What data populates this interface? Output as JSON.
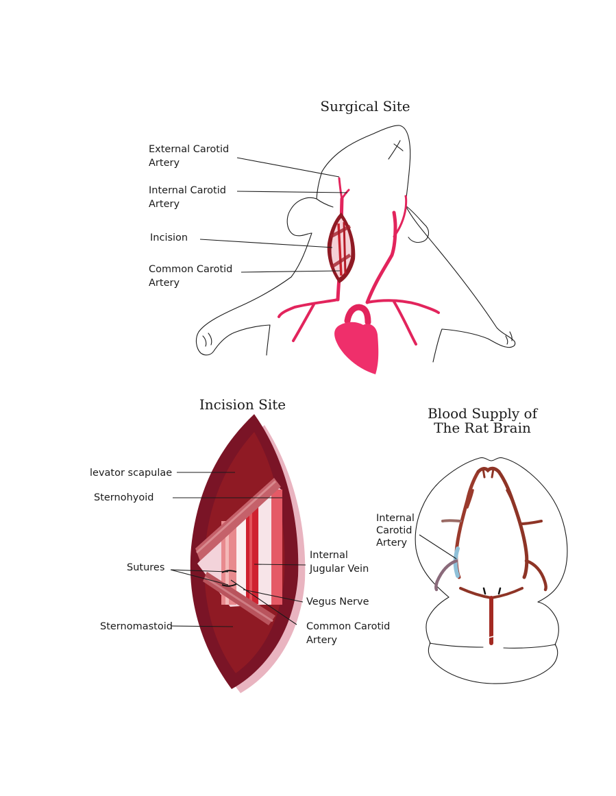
{
  "surgical_site": {
    "title": "Surgical Site",
    "labels": {
      "external_carotid": [
        "External Carotid",
        "Artery"
      ],
      "internal_carotid": [
        "Internal Carotid",
        "Artery"
      ],
      "incision": [
        "Incision"
      ],
      "common_carotid": [
        "Common Carotid",
        "Artery"
      ]
    }
  },
  "incision_site": {
    "title": "Incision Site",
    "labels": {
      "levator": [
        "levator scapulae"
      ],
      "sternohyoid": [
        "Sternohyoid"
      ],
      "sutures": [
        "Sutures"
      ],
      "sternomastoid": [
        "Sternomastoid"
      ],
      "internal_jugular": [
        "Internal",
        "Jugular Vein"
      ],
      "vagus": [
        "Vegus Nerve"
      ],
      "common_carotid": [
        "Common Carotid",
        "Artery"
      ]
    }
  },
  "blood_supply": {
    "title": [
      "Blood Supply of",
      "The Rat Brain"
    ],
    "labels": {
      "internal_carotid": [
        "Internal",
        "Carotid",
        "Artery"
      ]
    }
  },
  "colors": {
    "vessel_pink": "#e2245c",
    "heart_pink": "#ef2f6b",
    "muscle_dark": "#7a1426",
    "muscle_mid": "#8f1a24",
    "artery_red": "#c8202c",
    "brain_vessel_brown": "#9a3a2c",
    "brain_vessel_blue": "#8fc0d8"
  }
}
